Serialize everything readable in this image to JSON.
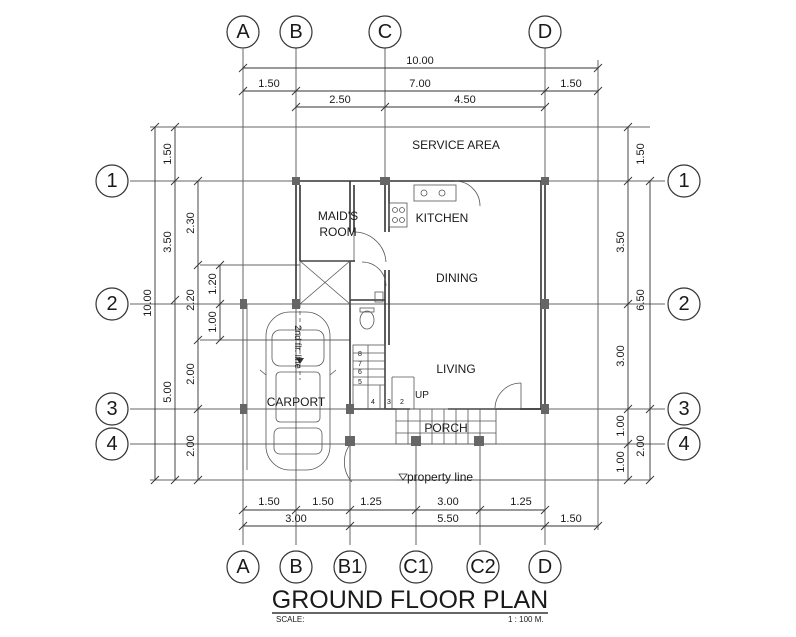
{
  "title": "GROUND FLOOR PLAN",
  "scale_label": "SCALE:",
  "scale_value": "1 : 100 M.",
  "top_grid": [
    "A",
    "B",
    "C",
    "D"
  ],
  "bottom_grid": [
    "A",
    "B",
    "B1",
    "C1",
    "C2",
    "D"
  ],
  "row_labels_left": [
    "1",
    "2",
    "3",
    "4"
  ],
  "row_labels_right": [
    "1",
    "2",
    "3",
    "4"
  ],
  "dims_top": {
    "overall": "10.00",
    "row2": [
      "1.50",
      "7.00",
      "1.50"
    ],
    "row3": [
      "2.50",
      "4.50"
    ]
  },
  "dims_bottom": {
    "row1": [
      "1.50",
      "1.50",
      "1.25",
      "3.00",
      "1.25"
    ],
    "row2": [
      "3.00",
      "5.50",
      "1.50"
    ]
  },
  "dims_left": {
    "overall": "10.00",
    "outer": [
      "1.50",
      "3.50",
      "5.00"
    ],
    "mid": [
      "2.30",
      "2.20",
      "2.00",
      "2.00"
    ],
    "inner": [
      "1.20",
      "1.00"
    ]
  },
  "dims_right": {
    "outer": [
      "1.50",
      "3.50",
      "3.00",
      "1.00",
      "1.00"
    ],
    "inner": [
      "6.50",
      "2.00"
    ]
  },
  "rooms": {
    "service_area": "SERVICE AREA",
    "maids_room_line1": "MAID'S",
    "maids_room_line2": "ROOM",
    "kitchen": "KITCHEN",
    "dining": "DINING",
    "living": "LIVING",
    "carport": "CARPORT",
    "porch": "PORCH"
  },
  "annotations": {
    "second_floor_line": "2nd flr. line",
    "property_line": "property line",
    "stair_up": "UP",
    "stair_steps": [
      "2",
      "3",
      "4",
      "5",
      "6",
      "7",
      "8"
    ]
  }
}
